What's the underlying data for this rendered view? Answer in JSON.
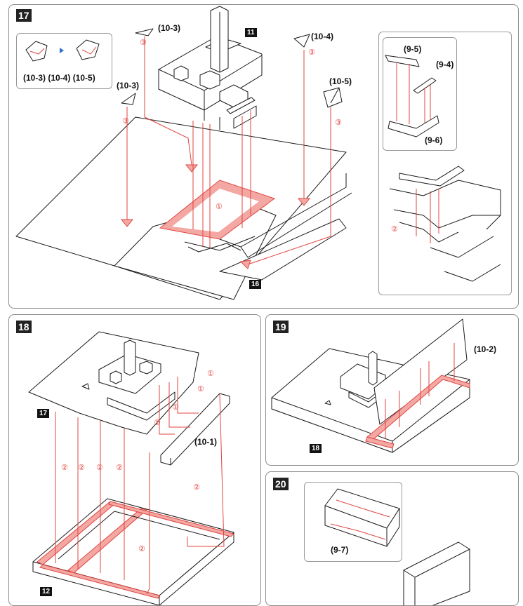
{
  "steps": {
    "s17": {
      "number": "17",
      "labels": {
        "p10_3_top": "(10-3)",
        "p10_4": "(10-4)",
        "p10_3_left": "(10-3)",
        "p10_5": "(10-5)",
        "p9_5": "(9-5)",
        "p9_4": "(9-4)",
        "p9_6": "(9-6)"
      },
      "inset_label": "(10-3) (10-4) (10-5)",
      "refs": {
        "r11": "11",
        "r16": "16"
      },
      "circles": {
        "c3a": "③",
        "c3b": "③",
        "c3c": "③",
        "c3d": "③",
        "c1": "①",
        "c2": "②"
      }
    },
    "s18": {
      "number": "18",
      "labels": {
        "p10_1": "(10-1)"
      },
      "refs": {
        "r17": "17",
        "r12": "12"
      },
      "circles": {
        "c1a": "①",
        "c1b": "①",
        "c1c": "①",
        "c1d": "①",
        "c2a": "②",
        "c2b": "②",
        "c2c": "②",
        "c2d": "②",
        "c2e": "②",
        "c2f": "②"
      }
    },
    "s19": {
      "number": "19",
      "labels": {
        "p10_2": "(10-2)"
      },
      "refs": {
        "r18": "18"
      }
    },
    "s20": {
      "number": "20",
      "labels": {
        "p9_7": "(9-7)"
      }
    }
  }
}
